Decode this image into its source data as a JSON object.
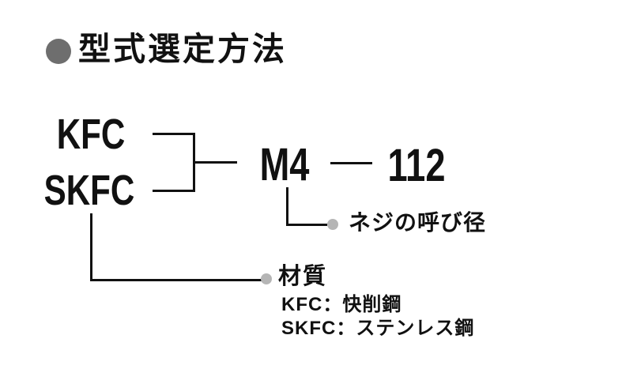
{
  "header": {
    "title": "型式選定方法"
  },
  "diagram": {
    "material_codes": {
      "kfc": "KFC",
      "skfc": "SKFC"
    },
    "thread_size": "M4",
    "item_code": "112",
    "callouts": {
      "thread": {
        "label": "ネジの呼び径"
      },
      "material": {
        "label": "材質",
        "notes": [
          "KFC：快削鋼",
          "SKFC：ステンレス鋼"
        ]
      }
    }
  },
  "colors": {
    "background": "#ffffff",
    "text": "#111111",
    "line": "#111111",
    "section_bullet": "#6e6e6e",
    "callout_dot": "#b5b5b5"
  }
}
